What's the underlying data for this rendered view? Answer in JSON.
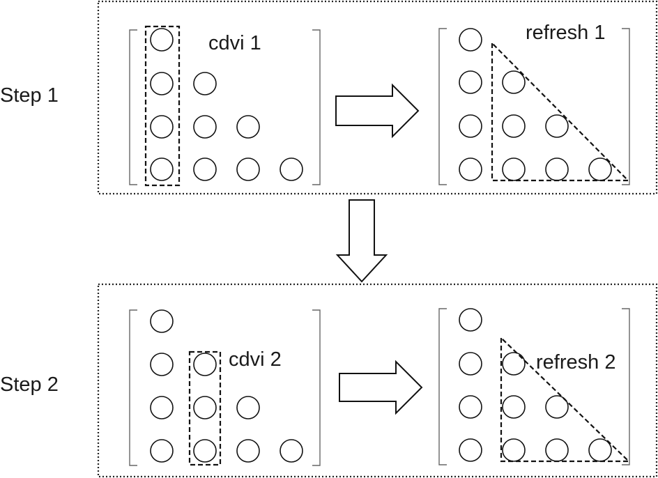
{
  "steps": [
    {
      "label": "Step 1",
      "cdvi_caption": "cdvi 1",
      "refresh_caption": "refresh 1",
      "highlighted_column": 1
    },
    {
      "label": "Step 2",
      "cdvi_caption": "cdvi 2",
      "refresh_caption": "refresh 2",
      "highlighted_column": 2
    }
  ],
  "matrix": {
    "rows": 4,
    "shape": "lower-triangular"
  }
}
